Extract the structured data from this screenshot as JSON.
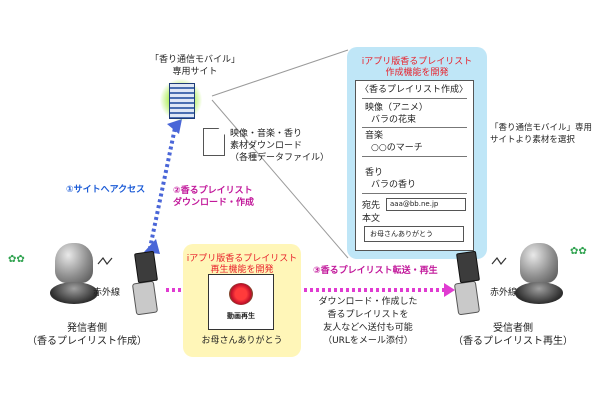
{
  "site": {
    "title_line1": "「香り通信モバイル」",
    "title_line2": "専用サイト"
  },
  "materials": {
    "line1": "映像・音楽・香り",
    "line2": "素材ダウンロード",
    "line3": "（各種データファイル）"
  },
  "right_panel": {
    "title_line1": "iアプリ版香るプレイリスト",
    "title_line2": "作成機能を開発",
    "doc_header": "〈香るプレイリスト作成〉",
    "video_label": "映像（アニメ）",
    "video_value": "バラの花束",
    "music_label": "音楽",
    "music_value": "○○のマーチ",
    "scent_label": "香り",
    "scent_value": "バラの香り",
    "to_label": "宛先",
    "to_value": "aaa@bb.ne.jp",
    "body_label": "本文",
    "body_value": "お母さんありがとう"
  },
  "side_note": {
    "line1": "「香り通信モバイル」専用",
    "line2": "サイトより素材を選択"
  },
  "mid_panel": {
    "title_line1": "iアプリ版香るプレイリスト",
    "title_line2": "再生機能を開発",
    "video_play": "動画再生",
    "message": "お母さんありがとう"
  },
  "steps": {
    "step1": "①サイトへアクセス",
    "step2_line1": "②香るプレイリスト",
    "step2_line2": "ダウンロード・作成",
    "step3": "③香るプレイリスト転送・再生"
  },
  "infrared_left": "赤外線",
  "infrared_right": "赤外線",
  "note_center": {
    "line1": "ダウンロード・作成した",
    "line2": "香るプレイリストを",
    "line3": "友人などへ送付も可能",
    "line4": "（URLをメール添付）"
  },
  "sender": {
    "line1": "発信者側",
    "line2": "（香るプレイリスト作成）"
  },
  "receiver": {
    "line1": "受信者側",
    "line2": "（香るプレイリスト再生）"
  },
  "colors": {
    "blue_panel": "#bfe6f7",
    "yellow_panel": "#fff6b8",
    "arrow_blue": "#4a66d8",
    "arrow_magenta": "#e03bd1",
    "label_red": "#e8202a"
  }
}
